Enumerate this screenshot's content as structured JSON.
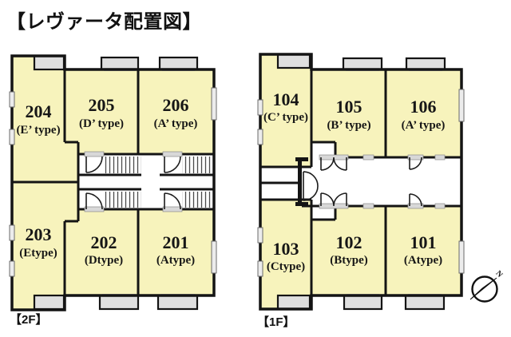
{
  "title": "【レヴァータ配置図】",
  "colors": {
    "background": "#ffffff",
    "room_fill": "#f7f3bc",
    "wall": "#141414",
    "balcony_fill": "#dfdfdf"
  },
  "compass": {
    "north_label": "N"
  },
  "floors": [
    {
      "id": "2F",
      "label": "【2F】",
      "units": [
        {
          "number": "204",
          "type": "(E’ type)"
        },
        {
          "number": "205",
          "type": "(D’ type)"
        },
        {
          "number": "206",
          "type": "(A’ type)"
        },
        {
          "number": "203",
          "type": "(Etype)"
        },
        {
          "number": "202",
          "type": "(Dtype)"
        },
        {
          "number": "201",
          "type": "(Atype)"
        }
      ]
    },
    {
      "id": "1F",
      "label": "【1F】",
      "units": [
        {
          "number": "104",
          "type": "(C’ type)"
        },
        {
          "number": "105",
          "type": "(B’ type)"
        },
        {
          "number": "106",
          "type": "(A’ type)"
        },
        {
          "number": "103",
          "type": "(Ctype)"
        },
        {
          "number": "102",
          "type": "(Btype)"
        },
        {
          "number": "101",
          "type": "(Atype)"
        }
      ]
    }
  ]
}
